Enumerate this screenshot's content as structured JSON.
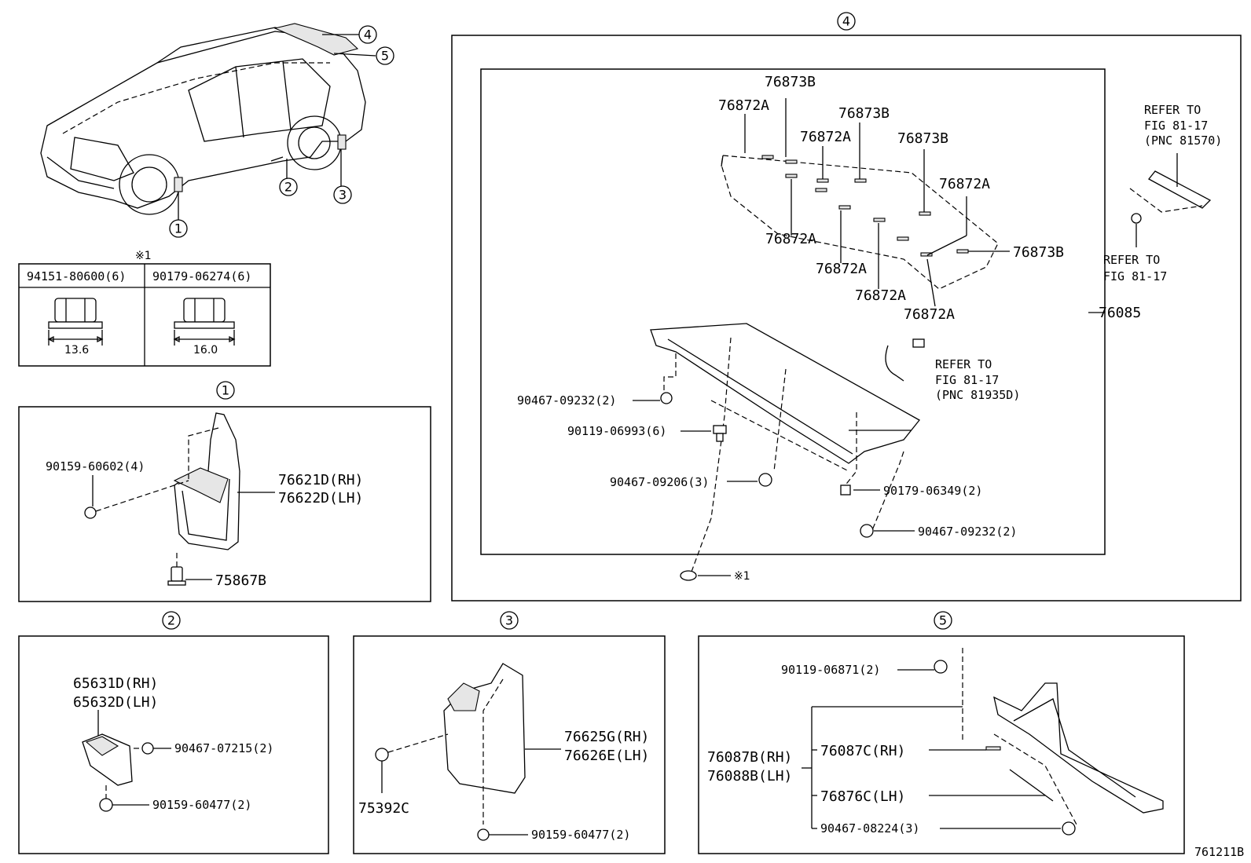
{
  "markers": [
    "1",
    "2",
    "3",
    "4",
    "5"
  ],
  "note_symbol": "※1",
  "nut_table": {
    "header_note": "※1",
    "col1_part": "94151-80600(6)",
    "col2_part": "90179-06274(6)",
    "col1_dim": "13.6",
    "col2_dim": "16.0"
  },
  "section1": {
    "marker": "1",
    "screw": "90159-60602(4)",
    "mudguard_rh": "76621D(RH)",
    "mudguard_lh": "76622D(LH)",
    "clip": "75867B"
  },
  "section2": {
    "marker": "2",
    "part_rh": "65631D(RH)",
    "part_lh": "65632D(LH)",
    "clip": "90467-07215(2)",
    "screw": "90159-60477(2)"
  },
  "section3": {
    "marker": "3",
    "screw": "75392C",
    "mudguard_rh": "76625G(RH)",
    "mudguard_lh": "76626E(LH)",
    "bottom_screw": "90159-60477(2)"
  },
  "section4": {
    "marker": "4",
    "spoiler": "76085",
    "tapes": {
      "a1": "76873B",
      "a2": "76872A",
      "a3": "76873B",
      "a4": "76872A",
      "a5": "76873B",
      "a6": "76872A",
      "a7": "76872A",
      "a8": "76873B",
      "a9": "76872A",
      "a10": "76872A",
      "a11": "76872A"
    },
    "clip_top": "90467-09232(2)",
    "bolt": "90119-06993(6)",
    "clip_mid": "90467-09206(3)",
    "nut": "90179-06349(2)",
    "clip_bottom": "90467-09232(2)",
    "refer_wire_1": "REFER TO",
    "refer_wire_2": "FIG 81-17",
    "refer_wire_3": "(PNC 81935D)",
    "refer_top_1": "REFER TO",
    "refer_top_2": "FIG 81-17",
    "refer_top_3": "(PNC 81570)",
    "refer_bolt_1": "REFER TO",
    "refer_bolt_2": "FIG 81-17"
  },
  "section5": {
    "marker": "5",
    "bolt": "90119-06871(2)",
    "cover_rh": "76087B(RH)",
    "cover_lh": "76088B(LH)",
    "tape_rh": "76087C(RH)",
    "tape_lh": "76876C(LH)",
    "clip": "90467-08224(3)"
  },
  "figure_id": "761211B"
}
